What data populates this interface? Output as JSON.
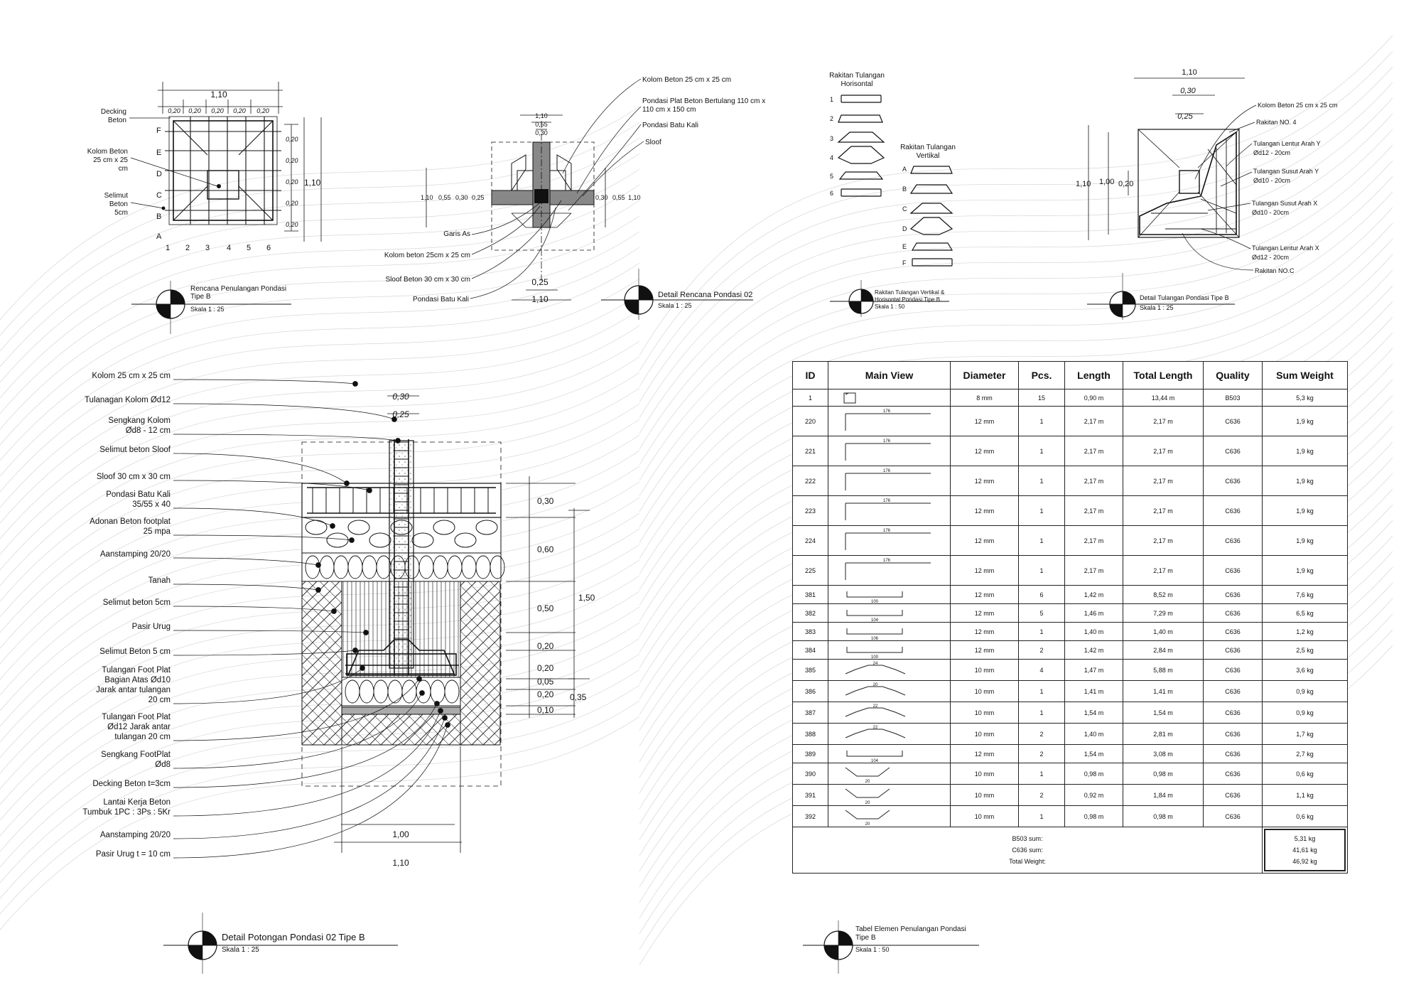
{
  "plan_b": {
    "dims_top": "1,10",
    "spacings": [
      "0,20",
      "0,20",
      "0,20",
      "0,20",
      "0,20"
    ],
    "dims_right": [
      "0,20",
      "0,20",
      "0,20",
      "0,20",
      "0,20"
    ],
    "dim_side": "1,10",
    "rows": [
      "F",
      "E",
      "D",
      "C",
      "B",
      "A"
    ],
    "cols": [
      "1",
      "2",
      "3",
      "4",
      "5",
      "6"
    ],
    "label_decking": [
      "Decking",
      "Beton"
    ],
    "label_kolom": [
      "Kolom Beton",
      "25 cm x 25",
      "cm"
    ],
    "label_selimut": [
      "Selimut",
      "Beton",
      "5cm"
    ],
    "title": [
      "Rencana Penulangan Pondasi",
      "Tipe B"
    ],
    "scale": "Skala 1 : 25"
  },
  "detail_02": {
    "labels_right": [
      "Kolom Beton 25 cm x 25 cm",
      "Pondasi Plat Beton Bertulang 110 cm x",
      "110 cm x 150 cm",
      "Pondasi Batu Kali",
      "Sloof"
    ],
    "labels_left": [
      "Garis As",
      "Kolom beton 25cm x 25 cm",
      "Sloof Beton 30 cm x 30 cm",
      "Pondasi Batu Kali"
    ],
    "dims_top": [
      "1,10",
      "0,55",
      "0,30"
    ],
    "dims_left": [
      "1,10",
      "0,55",
      "0,30",
      "0,25"
    ],
    "dims_right": [
      "0,30",
      "0,55",
      "1,10"
    ],
    "dim_bottom": [
      "0,25",
      "1,10"
    ],
    "title": "Detail Rencana Pondasi 02",
    "scale": "Skala 1 : 25"
  },
  "rakitan": {
    "horizontal_title": [
      "Rakitan Tulangan",
      "Horisontal"
    ],
    "horizontal_ids": [
      "1",
      "2",
      "3",
      "4",
      "5",
      "6"
    ],
    "vertical_title": [
      "Rakitan Tulangan",
      "Vertikal"
    ],
    "vertical_ids": [
      "A",
      "B",
      "C",
      "D",
      "E",
      "F"
    ],
    "title": [
      "Rakitan Tulangan Vertikal &",
      "Horisontal Pondasi Tipe B"
    ],
    "scale": "Skala 1 : 50"
  },
  "detail_tul_b": {
    "dims_top": [
      "1,10",
      "0,30",
      "0,25"
    ],
    "dims_left": [
      "1,10",
      "1,00",
      "0,20"
    ],
    "labels": [
      "Kolom Beton 25 cm x 25 cm",
      "Rakitan NO. 4",
      "Tulangan Lentur Arah Y",
      "Ød12 - 20cm",
      "Tulangan Susut Arah Y",
      "Ød10 - 20cm",
      "Tulangan Susut Arah X",
      "Ød10 - 20cm",
      "Tulangan Lentur Arah X",
      "Ød12 - 20cm",
      "Rakitan NO.C"
    ],
    "title": "Detail Tulangan Pondasi Tipe B",
    "scale": "Skala 1 : 25"
  },
  "section_02": {
    "labels": [
      [
        "Kolom 25 cm x 25 cm"
      ],
      [
        "Tulanagan Kolom Ød12"
      ],
      [
        "Sengkang Kolom",
        "Ød8 - 12 cm"
      ],
      [
        "Selimut beton Sloof"
      ],
      [
        "Sloof 30 cm x 30 cm"
      ],
      [
        "Pondasi Batu Kali",
        "35/55 x 40"
      ],
      [
        "Adonan Beton footplat",
        "25 mpa"
      ],
      [
        "Aanstamping 20/20"
      ],
      [
        "Tanah"
      ],
      [
        "Selimut beton 5cm"
      ],
      [
        "Pasir Urug"
      ],
      [
        "Selimut Beton 5 cm"
      ],
      [
        "Tulangan Foot Plat",
        "Bagian Atas Ød10",
        "Jarak antar tulangan",
        "20 cm"
      ],
      [
        "Tulangan Foot Plat",
        "Ød12 Jarak antar",
        "tulangan 20 cm"
      ],
      [
        "Sengkang FootPlat",
        "Ød8"
      ],
      [
        "Decking Beton t=3cm"
      ],
      [
        "Lantai Kerja Beton",
        "Tumbuk 1PC : 3Ps : 5Kr"
      ],
      [
        "Aanstamping 20/20"
      ],
      [
        "Pasir Urug t = 10 cm"
      ]
    ],
    "dims_top": [
      "0,30",
      "0,25"
    ],
    "dims_right": [
      "0,30",
      "0,60",
      "0,50",
      "0,20",
      "0,20",
      "0,05",
      "0,20",
      "0,10"
    ],
    "dims_outer": [
      "1,50",
      "0,35"
    ],
    "dims_bottom": [
      "1,00",
      "1,10"
    ],
    "title": "Detail Potongan Pondasi 02 Tipe B",
    "scale": "Skala 1 : 25"
  },
  "table": {
    "headers": [
      "ID",
      "Main View",
      "Diameter",
      "Pcs.",
      "Length",
      "Total Length",
      "Quality",
      "Sum Weight"
    ],
    "rows": [
      {
        "id": "1",
        "shape": "stirrup",
        "label": "",
        "dia": "8 mm",
        "pcs": "15",
        "len": "0,90 m",
        "total": "13,44 m",
        "quality": "B503",
        "weight": "5,3 kg"
      },
      {
        "id": "220",
        "shape": "L",
        "label": "176",
        "dia": "12 mm",
        "pcs": "1",
        "len": "2,17 m",
        "total": "2,17 m",
        "quality": "C636",
        "weight": "1,9 kg"
      },
      {
        "id": "221",
        "shape": "L",
        "label": "176",
        "dia": "12 mm",
        "pcs": "1",
        "len": "2,17 m",
        "total": "2,17 m",
        "quality": "C636",
        "weight": "1,9 kg"
      },
      {
        "id": "222",
        "shape": "L",
        "label": "176",
        "dia": "12 mm",
        "pcs": "1",
        "len": "2,17 m",
        "total": "2,17 m",
        "quality": "C636",
        "weight": "1,9 kg"
      },
      {
        "id": "223",
        "shape": "L",
        "label": "176",
        "dia": "12 mm",
        "pcs": "1",
        "len": "2,17 m",
        "total": "2,17 m",
        "quality": "C636",
        "weight": "1,9 kg"
      },
      {
        "id": "224",
        "shape": "L",
        "label": "176",
        "dia": "12 mm",
        "pcs": "1",
        "len": "2,17 m",
        "total": "2,17 m",
        "quality": "C636",
        "weight": "1,9 kg"
      },
      {
        "id": "225",
        "shape": "L",
        "label": "176",
        "dia": "12 mm",
        "pcs": "1",
        "len": "2,17 m",
        "total": "2,17 m",
        "quality": "C636",
        "weight": "1,9 kg"
      },
      {
        "id": "381",
        "shape": "U",
        "label": "100",
        "dia": "12 mm",
        "pcs": "6",
        "len": "1,42 m",
        "total": "8,52 m",
        "quality": "C636",
        "weight": "7,6 kg"
      },
      {
        "id": "382",
        "shape": "U",
        "label": "104",
        "dia": "12 mm",
        "pcs": "5",
        "len": "1,46 m",
        "total": "7,29 m",
        "quality": "C636",
        "weight": "6,5 kg"
      },
      {
        "id": "383",
        "shape": "U",
        "label": "106",
        "dia": "12 mm",
        "pcs": "1",
        "len": "1,40 m",
        "total": "1,40 m",
        "quality": "C636",
        "weight": "1,2 kg"
      },
      {
        "id": "384",
        "shape": "U",
        "label": "100",
        "dia": "12 mm",
        "pcs": "2",
        "len": "1,42 m",
        "total": "2,84 m",
        "quality": "C636",
        "weight": "2,5 kg"
      },
      {
        "id": "385",
        "shape": "arch",
        "label": "24",
        "dia": "10 mm",
        "pcs": "4",
        "len": "1,47 m",
        "total": "5,88 m",
        "quality": "C636",
        "weight": "3,6 kg"
      },
      {
        "id": "386",
        "shape": "arch",
        "label": "20",
        "dia": "10 mm",
        "pcs": "1",
        "len": "1,41 m",
        "total": "1,41 m",
        "quality": "C636",
        "weight": "0,9 kg"
      },
      {
        "id": "387",
        "shape": "arch",
        "label": "22",
        "dia": "10 mm",
        "pcs": "1",
        "len": "1,54 m",
        "total": "1,54 m",
        "quality": "C636",
        "weight": "0,9 kg"
      },
      {
        "id": "388",
        "shape": "arch",
        "label": "22",
        "dia": "10 mm",
        "pcs": "2",
        "len": "1,40 m",
        "total": "2,81 m",
        "quality": "C636",
        "weight": "1,7 kg"
      },
      {
        "id": "389",
        "shape": "U",
        "label": "104",
        "dia": "12 mm",
        "pcs": "2",
        "len": "1,54 m",
        "total": "3,08 m",
        "quality": "C636",
        "weight": "2,7 kg"
      },
      {
        "id": "390",
        "shape": "V",
        "label": "20",
        "dia": "10 mm",
        "pcs": "1",
        "len": "0,98 m",
        "total": "0,98 m",
        "quality": "C636",
        "weight": "0,6 kg"
      },
      {
        "id": "391",
        "shape": "V",
        "label": "20",
        "dia": "10 mm",
        "pcs": "2",
        "len": "0,92 m",
        "total": "1,84 m",
        "quality": "C636",
        "weight": "1,1 kg"
      },
      {
        "id": "392",
        "shape": "V",
        "label": "20",
        "dia": "10 mm",
        "pcs": "1",
        "len": "0,98 m",
        "total": "0,98 m",
        "quality": "C636",
        "weight": "0,6 kg"
      }
    ],
    "summary_labels": [
      "B503 sum:",
      "C636 sum:",
      "Total Weight:"
    ],
    "summary_values": [
      "5,31 kg",
      "41,61 kg",
      "46,92 kg"
    ],
    "title": [
      "Tabel Elemen Penulangan Pondasi",
      "Tipe B"
    ],
    "scale": "Skala 1 : 50"
  }
}
